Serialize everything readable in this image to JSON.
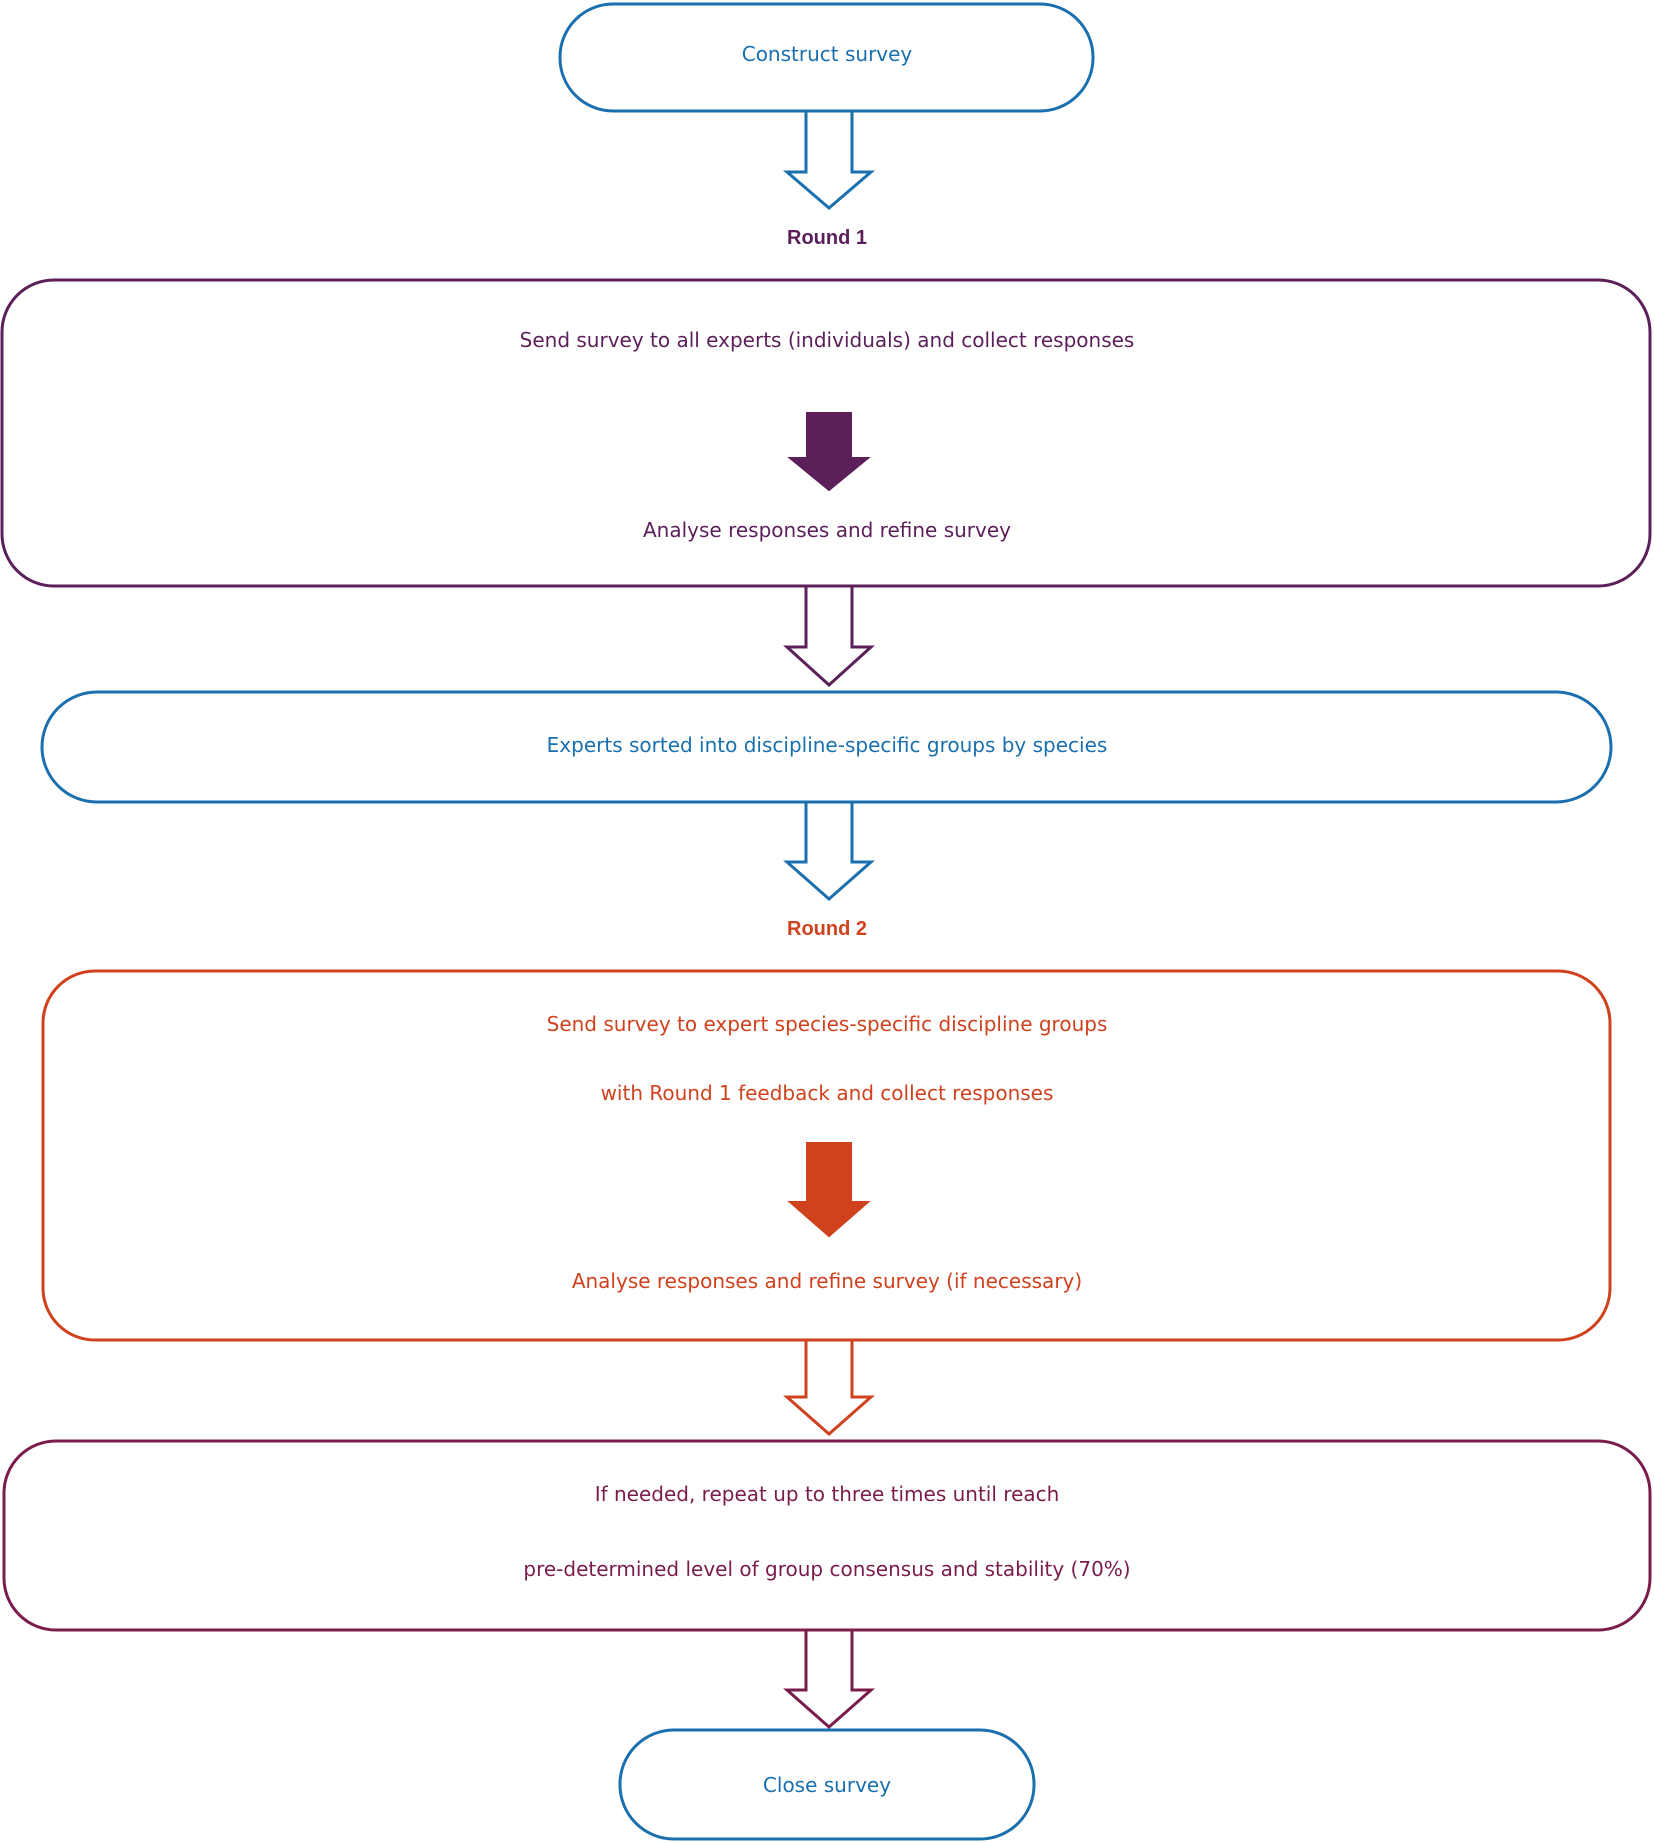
{
  "colors": {
    "blue": "#1a6fae",
    "purple": "#5b1f59",
    "orange": "#d0411d",
    "plum": "#7a1c4c"
  },
  "steps": {
    "construct": "Construct survey",
    "round1_heading": "Round 1",
    "round1_send": "Send survey to all experts (individuals) and collect responses",
    "round1_analyse": "Analyse responses and refine survey",
    "sort": "Experts sorted into discipline-specific groups by species",
    "round2_heading": "Round 2",
    "round2_send_line1": "Send survey to expert species-specific discipline groups",
    "round2_send_line2": "with Round 1 feedback and collect responses",
    "round2_analyse": "Analyse responses and refine survey (if necessary)",
    "repeat_line1": "If needed, repeat up to three times until reach",
    "repeat_line2": "pre-determined level of group consensus and stability (70%)",
    "close": "Close survey"
  }
}
